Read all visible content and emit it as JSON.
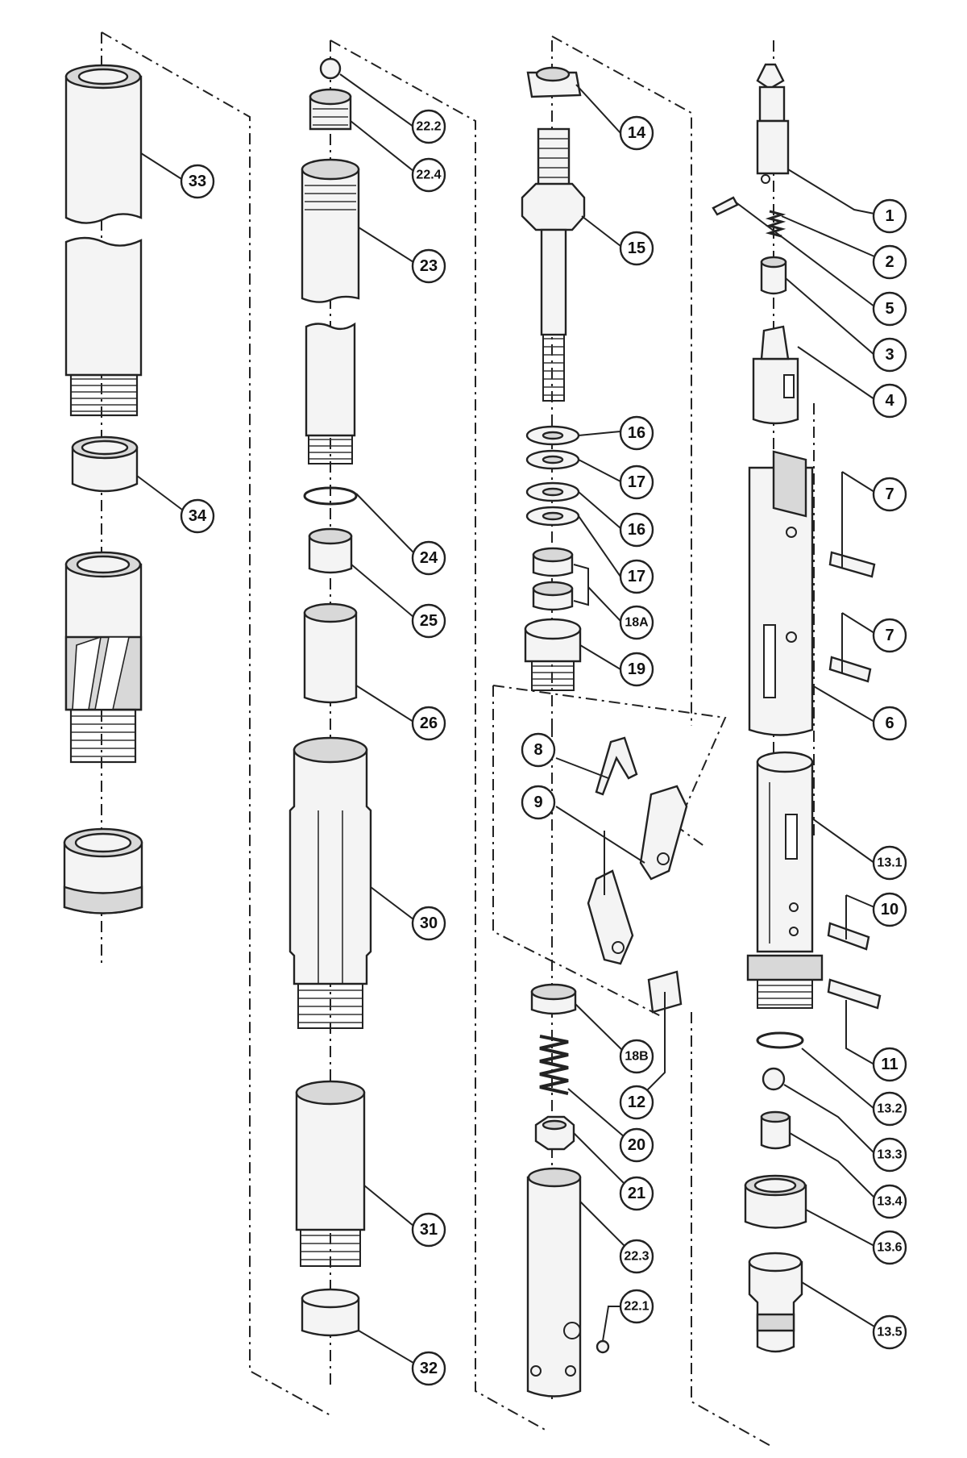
{
  "callouts": {
    "c33": "33",
    "c34": "34",
    "c22_2": "22.2",
    "c22_4": "22.4",
    "c23": "23",
    "c24": "24",
    "c25": "25",
    "c26": "26",
    "c30": "30",
    "c31": "31",
    "c32": "32",
    "c14": "14",
    "c15": "15",
    "c16a": "16",
    "c17a": "17",
    "c16b": "16",
    "c17b": "17",
    "c18A": "18A",
    "c19": "19",
    "c8": "8",
    "c9": "9",
    "c18B": "18B",
    "c20": "20",
    "c21": "21",
    "c22_3": "22.3",
    "c22_1": "22.1",
    "c12": "12",
    "c1": "1",
    "c2": "2",
    "c5": "5",
    "c3": "3",
    "c4": "4",
    "c7a": "7",
    "c7b": "7",
    "c6": "6",
    "c13_1": "13.1",
    "c10": "10",
    "c11": "11",
    "c13_2": "13.2",
    "c13_3": "13.3",
    "c13_4": "13.4",
    "c13_6": "13.6",
    "c13_5": "13.5"
  }
}
